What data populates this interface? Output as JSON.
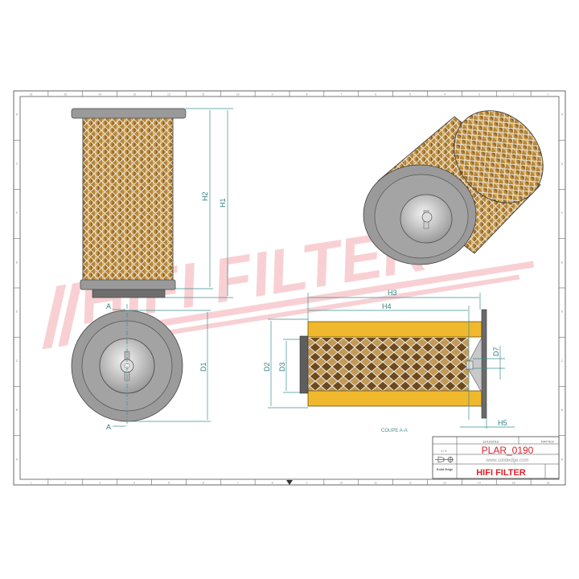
{
  "sheet": {
    "columns": [
      "16",
      "15",
      "14",
      "13",
      "12",
      "11",
      "10",
      "9",
      "8",
      "7",
      "6",
      "5",
      "4",
      "3",
      "2",
      "1"
    ],
    "rows": [
      "H",
      "G",
      "F",
      "E",
      "D",
      "C",
      "B",
      "A"
    ]
  },
  "watermark": {
    "text": "HIFI FILTER",
    "color": "#e0303a"
  },
  "views": {
    "front": {
      "dims": {
        "h1": "H1",
        "h2": "H2"
      }
    },
    "end": {
      "section_marker_top": "A",
      "section_marker_bottom": "A",
      "dims": {
        "d1": "D1"
      }
    },
    "section": {
      "label": "COUPE A-A",
      "dims": {
        "h3": "H3",
        "h4": "H4",
        "h5": "H5",
        "d2": "D2",
        "d3": "D3",
        "d7": "D7"
      }
    }
  },
  "title_block": {
    "date": "12/12/2013",
    "drawer": "RATTEO",
    "scale": "1 / 1",
    "title": "PLAR_0190",
    "website": "www.solidedge.com",
    "software": "Solid Edge",
    "company": "HIFI FILTER",
    "accent_color": "#e0202a"
  }
}
